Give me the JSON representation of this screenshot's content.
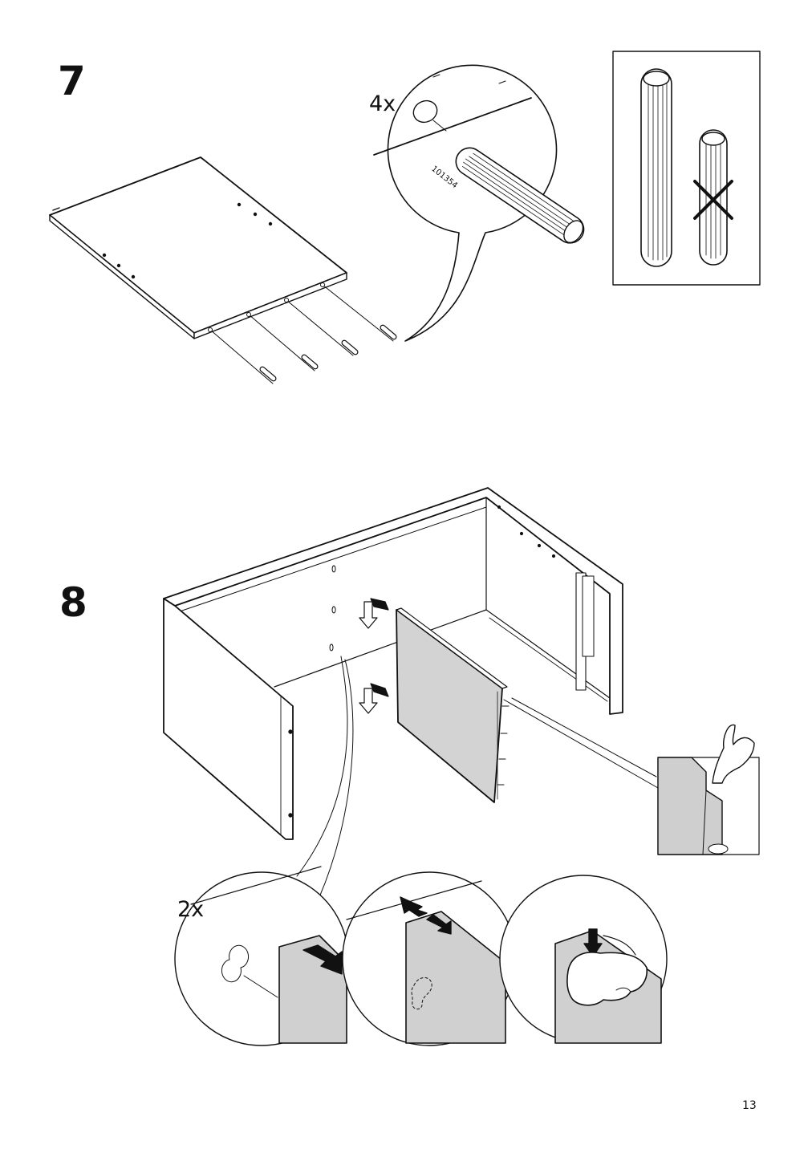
{
  "steps": [
    {
      "number": "7",
      "quantity": "4x",
      "part_number": "101354"
    },
    {
      "number": "8",
      "quantity": "2x"
    }
  ],
  "page_number": "13",
  "icons": [
    "dowel-icon",
    "short-dowel-crossed-icon",
    "arrow-down-icon",
    "hand-pointing-icon",
    "hand-pressing-icon",
    "push-arrow-icon"
  ]
}
